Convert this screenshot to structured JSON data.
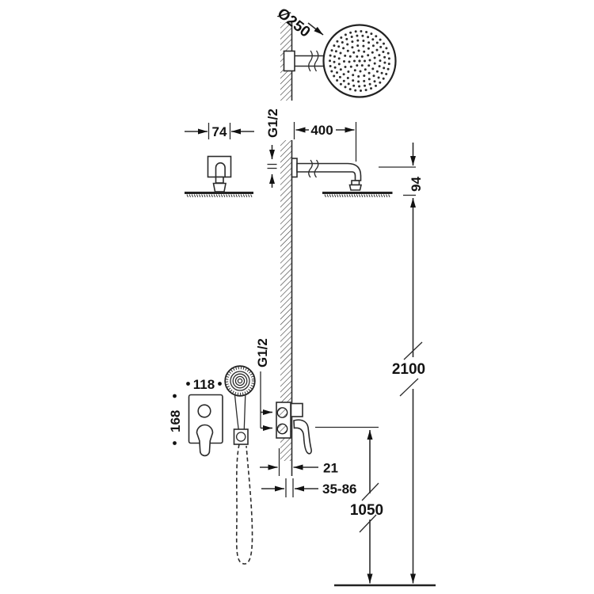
{
  "drawing": {
    "kind": "shower-system-installation-dimensions",
    "units": "mm",
    "labels": {
      "head_diameter": "Ø250",
      "escutcheon_width": "74",
      "thread_top": "G1/2",
      "arm_length": "400",
      "head_drop": "94",
      "total_height": "2100",
      "plate_width": "118",
      "plate_height": "168",
      "thread_bottom": "G1/2",
      "wall_offset": "21",
      "embed_depth_range": "35-86",
      "valve_height": "1050"
    },
    "colors": {
      "line": "#2b2b2b",
      "text": "#121212",
      "background": "#ffffff"
    }
  }
}
